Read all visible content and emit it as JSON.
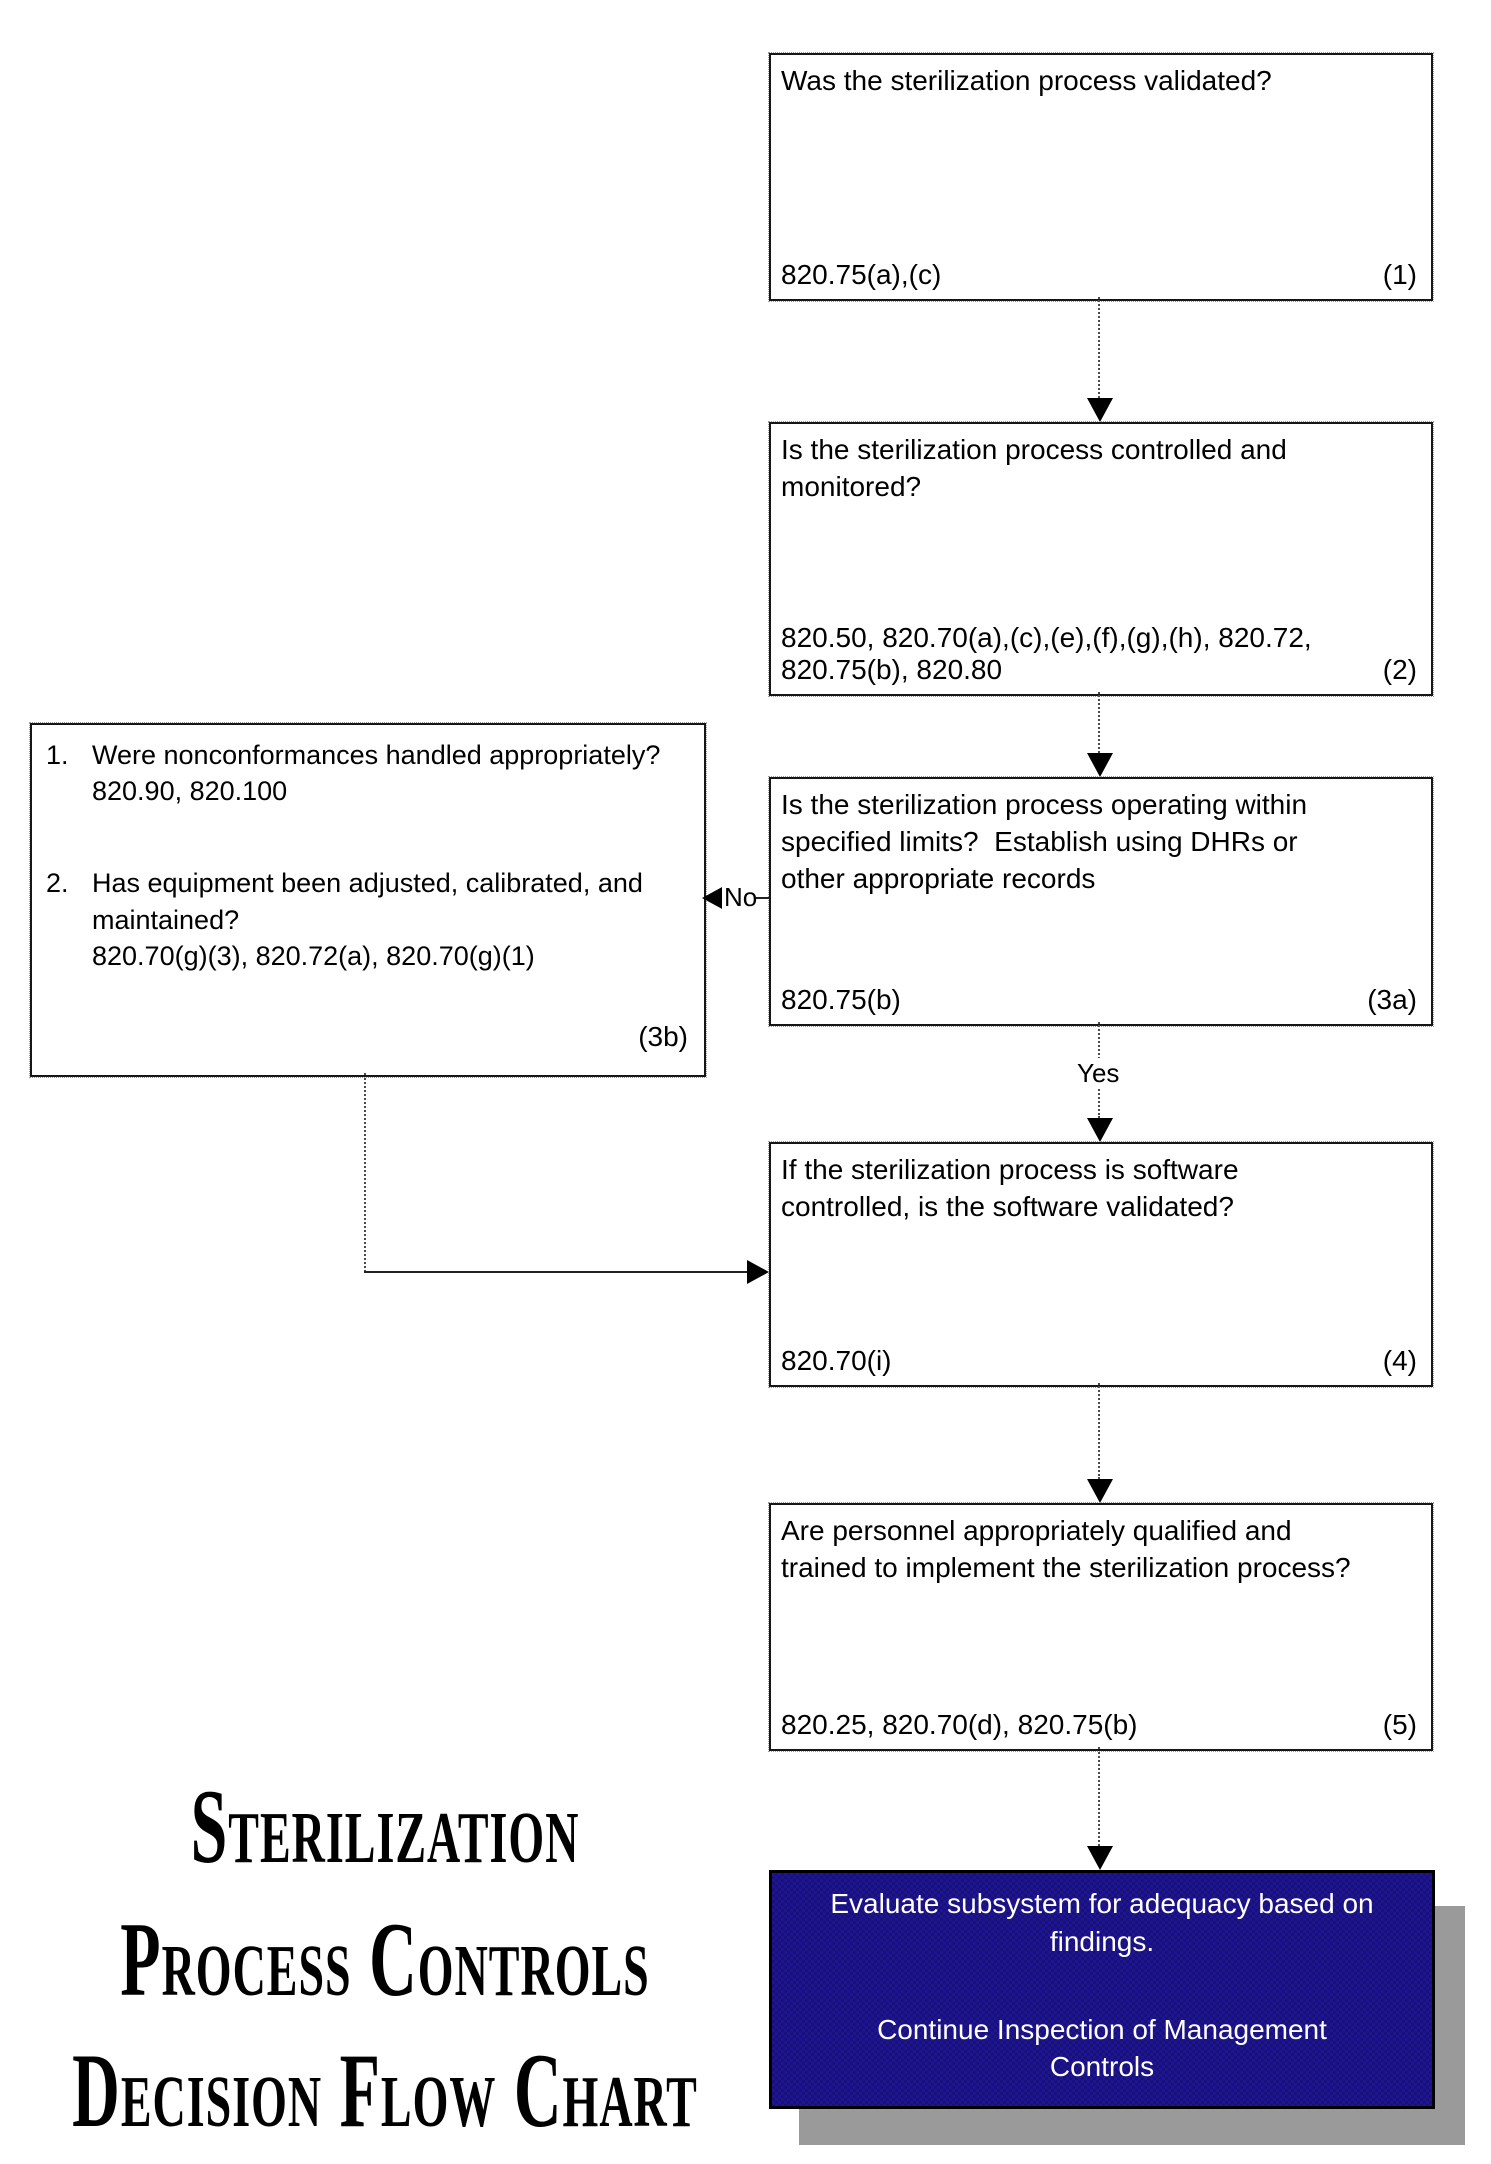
{
  "title": {
    "line1": "Sterilization",
    "line2": "Process Controls",
    "line3": "Decision Flow Chart"
  },
  "labels": {
    "yes": "Yes",
    "no": "No"
  },
  "boxes": {
    "box1": {
      "question": "Was the sterilization process validated?",
      "refs": "820.75(a),(c)",
      "number": "(1)"
    },
    "box2": {
      "question": "Is the sterilization process controlled and\nmonitored?",
      "refs": "820.50, 820.70(a),(c),(e),(f),(g),(h), 820.72,\n820.75(b), 820.80",
      "number": "(2)"
    },
    "box3a": {
      "question": "Is the sterilization process operating within\nspecified limits?  Establish using DHRs or\nother appropriate records",
      "refs": "820.75(b)",
      "number": "(3a)"
    },
    "box3b": {
      "items": [
        {
          "num": "1.",
          "text": "Were nonconformances handled appropriately?",
          "refs": "820.90, 820.100"
        },
        {
          "num": "2.",
          "text": "Has equipment been adjusted, calibrated, and\nmaintained?",
          "refs": "820.70(g)(3), 820.72(a), 820.70(g)(1)"
        }
      ],
      "number": "(3b)"
    },
    "box4": {
      "question": "If the sterilization process is software\ncontrolled, is the software validated?",
      "refs": "820.70(i)",
      "number": "(4)"
    },
    "box5": {
      "question": "Are personnel appropriately qualified and\ntrained to implement the sterilization process?",
      "refs": "820.25, 820.70(d), 820.75(b)",
      "number": "(5)"
    },
    "evaluate": {
      "line1": "Evaluate subsystem for adequacy based on\nfindings.",
      "line2": "Continue Inspection of Management\nControls",
      "bg_color": "#1e1594",
      "shadow_color": "#9a9a9a",
      "text_color": "#ffffff"
    }
  }
}
